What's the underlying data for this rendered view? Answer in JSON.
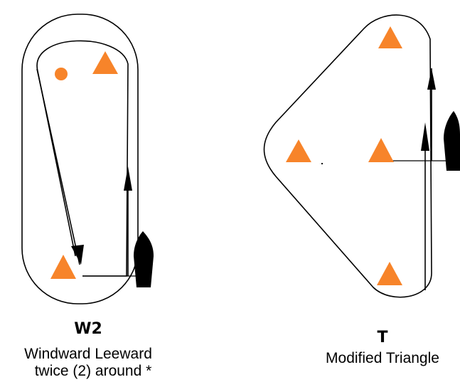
{
  "colors": {
    "mark": "#F7842A",
    "line": "#000000",
    "boat": "#000000",
    "background": "#FFFFFF"
  },
  "courses": [
    {
      "code": "W2",
      "description_lines": [
        "Windward Leeward",
        "twice (2) around *"
      ]
    },
    {
      "code": "T",
      "description_lines": [
        "Modified Triangle"
      ]
    }
  ],
  "icons": [
    "mark-triangle-icon",
    "mark-circle-icon",
    "boat-icon",
    "arrow-icon"
  ]
}
